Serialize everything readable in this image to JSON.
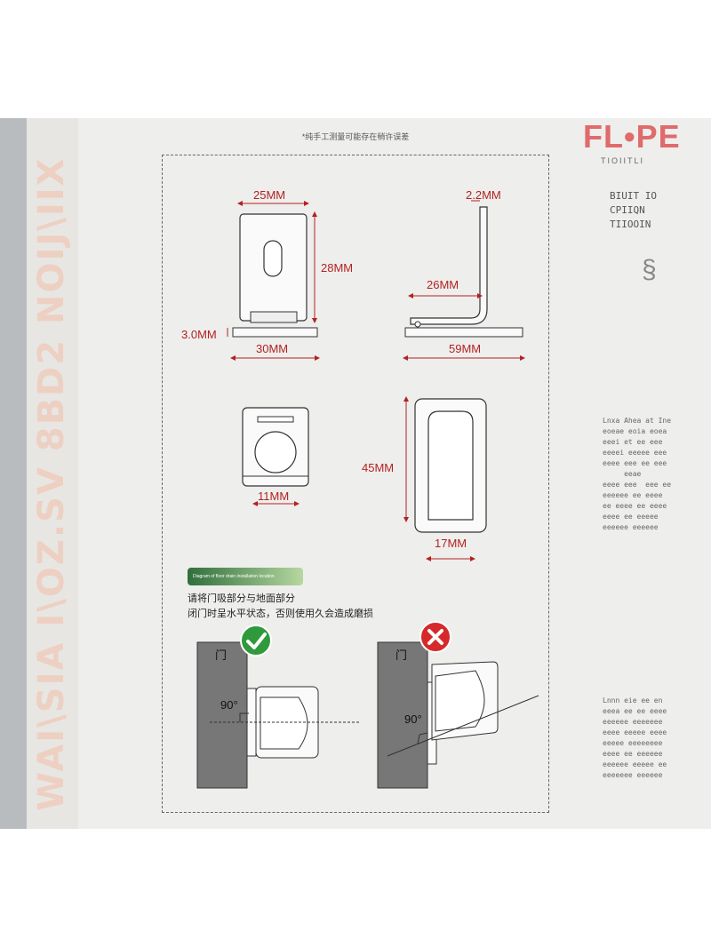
{
  "top_note": "*纯手工测量可能存在稍许误差",
  "brand": {
    "name": "FL•PE",
    "subtitle": "TIOIITLI",
    "lines": [
      "BIUIT IO",
      "CPIIQN",
      "TIIOOIN"
    ],
    "symbol": "§"
  },
  "deco_left_text": "WAI\\SIA I\\OZ.SV 8BD2 NOIJ\\IIX",
  "dimensions": {
    "front_width": "25MM",
    "front_height": "28MM",
    "base_thickness": "3.0MM",
    "base_width": "30MM",
    "side_thickness": "2.2MM",
    "side_inner": "26MM",
    "side_length": "59MM",
    "hole_diameter": "11MM",
    "top_height": "45MM",
    "top_width": "17MM"
  },
  "install_tag": "Diagram of floor drain installation location",
  "instruction_lines": [
    "请将门吸部分与地面部分",
    "闭门时呈水平状态，否则使用久会造成磨损"
  ],
  "correct": {
    "door_label": "门",
    "angle_label": "90°",
    "status": "correct"
  },
  "wrong": {
    "door_label": "门",
    "angle_label": "90°",
    "status": "wrong"
  },
  "colors": {
    "dimension": "#b22222",
    "correct": "#2e9a3c",
    "wrong": "#d62a2a",
    "brand": "#e06b6b"
  }
}
